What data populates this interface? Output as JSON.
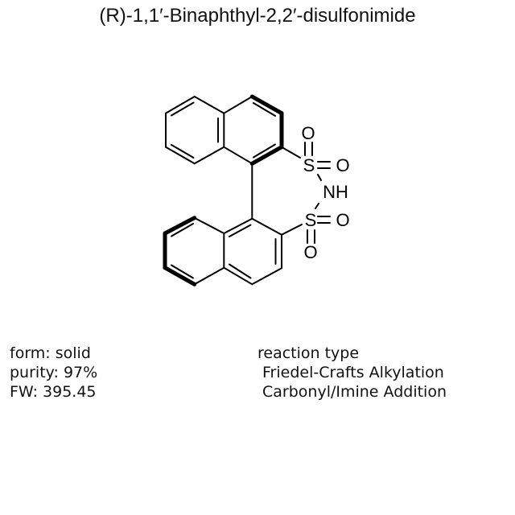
{
  "title": "(R)-1,1′-Binaphthyl-2,2′-disulfonimide",
  "structure": {
    "atoms": {
      "o_top": "O",
      "s_top": "S",
      "o_right_top": "O",
      "n": "NH",
      "s_bottom": "S",
      "o_right_bottom": "O",
      "o_bottom": "O"
    },
    "stereo": "R",
    "stroke_color": "#000000"
  },
  "properties": {
    "form": "form: solid",
    "purity": "purity: 97%",
    "fw": "FW: 395.45"
  },
  "reactions": {
    "header": "reaction type",
    "items": [
      "Friedel-Crafts Alkylation",
      "Carbonyl/Imine Addition"
    ]
  }
}
